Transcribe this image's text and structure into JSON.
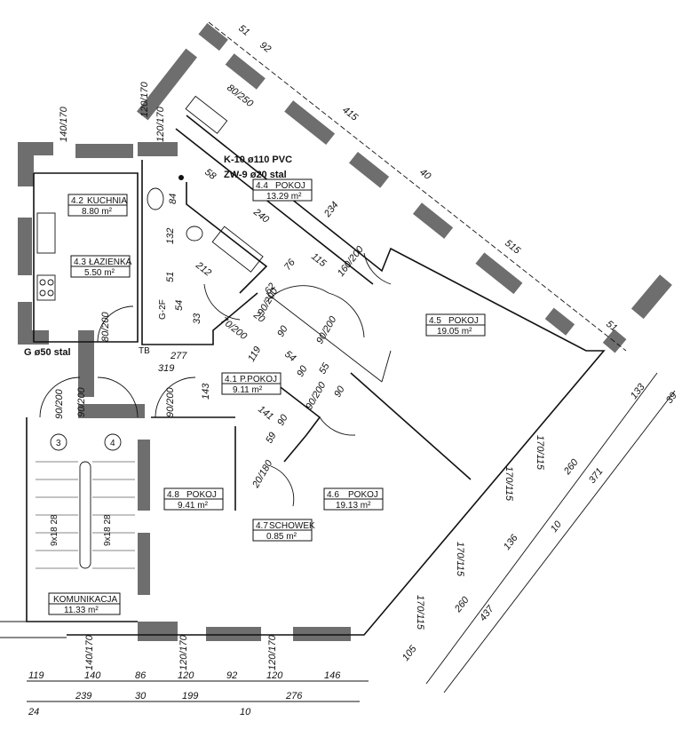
{
  "rooms": [
    {
      "id": "4.1",
      "name": "P.POKOJ",
      "area": "9.11 m²"
    },
    {
      "id": "4.2",
      "name": "KUCHNIA",
      "area": "8.80 m²"
    },
    {
      "id": "4.3",
      "name": "ŁAZIENKA",
      "area": "5.50 m²"
    },
    {
      "id": "4.4",
      "name": "POKOJ",
      "area": "13.29 m²"
    },
    {
      "id": "4.5",
      "name": "POKOJ",
      "area": "19.05 m²"
    },
    {
      "id": "4.6",
      "name": "POKOJ",
      "area": "19.13 m²"
    },
    {
      "id": "4.7",
      "name": "SCHOWEK",
      "area": "0.85 m²"
    },
    {
      "id": "4.8",
      "name": "POKOJ",
      "area": "9.41 m²"
    },
    {
      "id": "",
      "name": "KOMUNIKACJA",
      "area": "11.33 m²"
    }
  ],
  "annotations": {
    "sewer": "K-10 ø110 PVC",
    "water": "ZW-9 ø20 stal",
    "gas": "G ø50 stal",
    "gas_meter": "G-2F",
    "tb": "TB",
    "stair_left": "3",
    "stair_right": "4",
    "stair_dim_left": "9x18 28",
    "stair_dim_right": "9x18 28"
  },
  "dimensions": {
    "bottom_row1": [
      "119",
      "140",
      "86",
      "120",
      "92",
      "120",
      "146"
    ],
    "bottom_row2": [
      "239",
      "30",
      "199",
      "276"
    ],
    "bottom_extra": [
      "24",
      "10"
    ],
    "top_diag": [
      "51",
      "92",
      "415",
      "40",
      "515",
      "51"
    ],
    "right_diag": [
      "133",
      "39",
      "260",
      "371",
      "136",
      "260",
      "437",
      "105",
      "10"
    ],
    "windows_right": [
      "170/115",
      "170/115",
      "170/115",
      "170/115"
    ],
    "windows_bottom": [
      "140/170",
      "120/170",
      "120/170"
    ],
    "windows_top": [
      "140/170",
      "120/170",
      "120/170",
      "80/250"
    ],
    "doors": [
      "80/200",
      "90/200",
      "90/200",
      "90/200",
      "90/200",
      "90/200",
      "70/200",
      "90/200",
      "20/180"
    ],
    "interior": [
      "58",
      "84",
      "240",
      "234",
      "115",
      "76",
      "160/200",
      "212",
      "132",
      "51",
      "54",
      "33",
      "62",
      "277",
      "319",
      "143",
      "119",
      "54",
      "90",
      "141",
      "59",
      "20",
      "90",
      "90",
      "55",
      "90"
    ]
  }
}
